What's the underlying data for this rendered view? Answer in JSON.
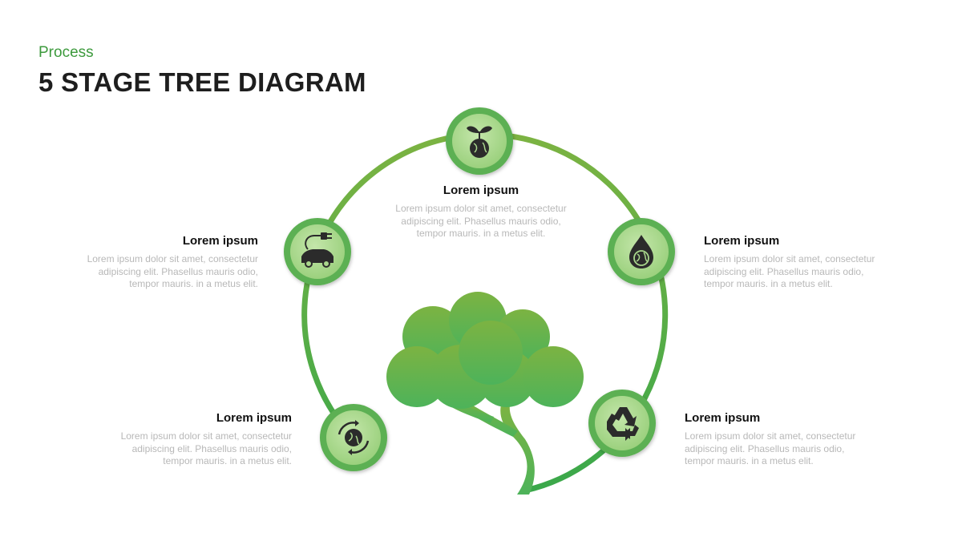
{
  "header": {
    "subtitle": "Process",
    "title": "5 STAGE TREE DIAGRAM"
  },
  "colors": {
    "accent": "#3d9a3d",
    "ring": "#5fb552",
    "node_fill": "#a9d78c",
    "node_border": "#4caf50",
    "tree": "#6db84a",
    "icon": "#2b2b2b"
  },
  "stages": [
    {
      "icon": "plant-globe-icon",
      "heading": "Lorem ipsum",
      "body": [
        "Lorem ipsum dolor sit amet, consectetur",
        "adipiscing elit. Phasellus mauris odio,",
        "tempor mauris. in a metus elit."
      ]
    },
    {
      "icon": "ev-car-plug-icon",
      "heading": "Lorem ipsum",
      "body": [
        "Lorem ipsum dolor sit amet, consectetur",
        "adipiscing elit. Phasellus mauris odio,",
        "tempor mauris. in a metus elit."
      ]
    },
    {
      "icon": "water-drop-globe-icon",
      "heading": "Lorem ipsum",
      "body": [
        "Lorem ipsum dolor sit amet, consectetur",
        "adipiscing elit. Phasellus mauris odio,",
        "tempor mauris. in a metus elit."
      ]
    },
    {
      "icon": "globe-arrows-icon",
      "heading": "Lorem ipsum",
      "body": [
        "Lorem ipsum dolor sit amet, consectetur",
        "adipiscing elit. Phasellus mauris odio,",
        "tempor mauris. in a metus elit."
      ]
    },
    {
      "icon": "recycle-icon",
      "heading": "Lorem ipsum",
      "body": [
        "Lorem ipsum dolor sit amet, consectetur",
        "adipiscing elit. Phasellus mauris odio,",
        "tempor mauris. in a metus elit."
      ]
    }
  ]
}
